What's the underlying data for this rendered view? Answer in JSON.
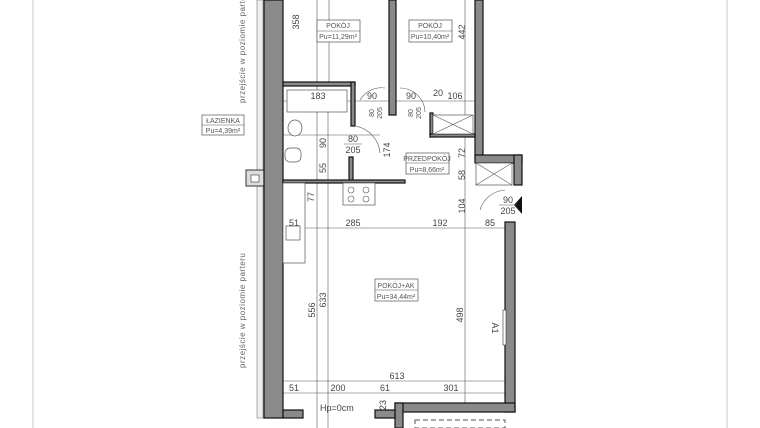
{
  "rooms": [
    {
      "name": "POKÓJ",
      "area": "Pu=11,29m²"
    },
    {
      "name": "POKÓJ",
      "area": "Pu=10,40m²"
    },
    {
      "name": "ŁAZIENKA",
      "area": "Pu=4,39m²"
    },
    {
      "name": "PRZEDPOKÓJ",
      "area": "Pu=8,66m²"
    },
    {
      "name": "POKÓJ+AK",
      "area": "Pu=34,44m²"
    }
  ],
  "side_notes": [
    "przejście w poziomie parteru",
    "przejście w poziomie parteru"
  ],
  "doors": [
    {
      "w": "80",
      "h": "205"
    },
    {
      "w": "80",
      "h": "205"
    },
    {
      "w": "80",
      "h": "205"
    },
    {
      "w": "90",
      "h": "205"
    }
  ],
  "dimensions": {
    "d358": "358",
    "d442": "442",
    "d183": "183",
    "d90a": "90",
    "d90b": "90",
    "d20": "20",
    "d106": "106",
    "d90c": "90",
    "d174": "174",
    "d55": "55",
    "d72": "72",
    "d58": "58",
    "d104": "104",
    "d77": "77",
    "d51a": "51",
    "d285": "285",
    "d192": "192",
    "d85": "85",
    "d633": "633",
    "d556": "556",
    "d498": "498",
    "d613": "613",
    "d51b": "51",
    "d200": "200",
    "d61": "61",
    "d301": "301",
    "d23": "23"
  },
  "level_mark": "Hp=0cm",
  "window_mark": "A1"
}
